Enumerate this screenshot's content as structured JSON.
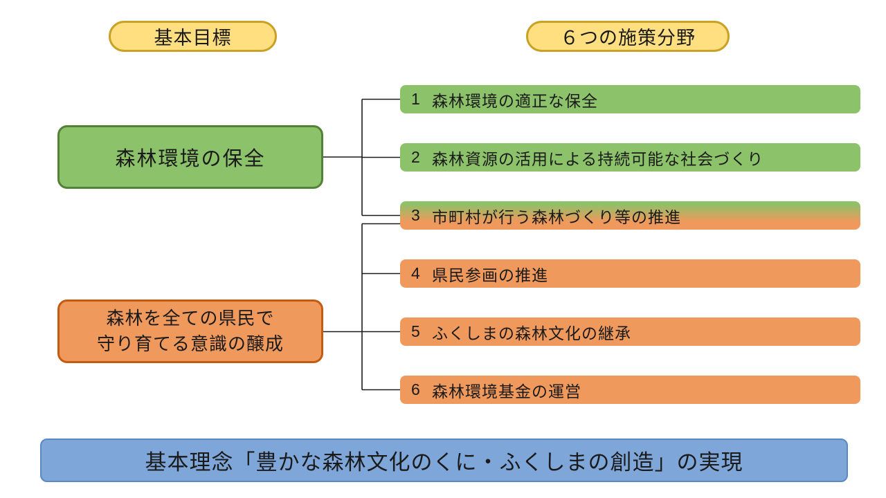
{
  "colors": {
    "yellow_fill": "#FFDF80",
    "yellow_border": "#C9A126",
    "green_fill": "#8CC269",
    "green_border": "#538135",
    "orange_fill": "#F0995C",
    "orange_border": "#C55A11",
    "blue_fill": "#7EA6D8",
    "blue_border": "#5B88C0",
    "line_color": "#1a1a1a",
    "text_color": "#1a1a1a"
  },
  "headers": {
    "basic_goals": "基本目標",
    "policy_areas": "６つの施策分野"
  },
  "goals": {
    "conservation": "森林環境の保全",
    "awareness_line1": "森林を全ての県民で",
    "awareness_line2": "守り育てる意識の醸成"
  },
  "policies": [
    {
      "num": "1",
      "label": "森林環境の適正な保全"
    },
    {
      "num": "2",
      "label": "森林資源の活用による持続可能な社会づくり"
    },
    {
      "num": "3",
      "label": "市町村が行う森林づくり等の推進"
    },
    {
      "num": "4",
      "label": "県民参画の推進"
    },
    {
      "num": "5",
      "label": "ふくしまの森林文化の継承"
    },
    {
      "num": "6",
      "label": "森林環境基金の運営"
    }
  ],
  "footer": {
    "principle": "基本理念「豊かな森林文化のくに・ふくしまの創造」の実現"
  }
}
